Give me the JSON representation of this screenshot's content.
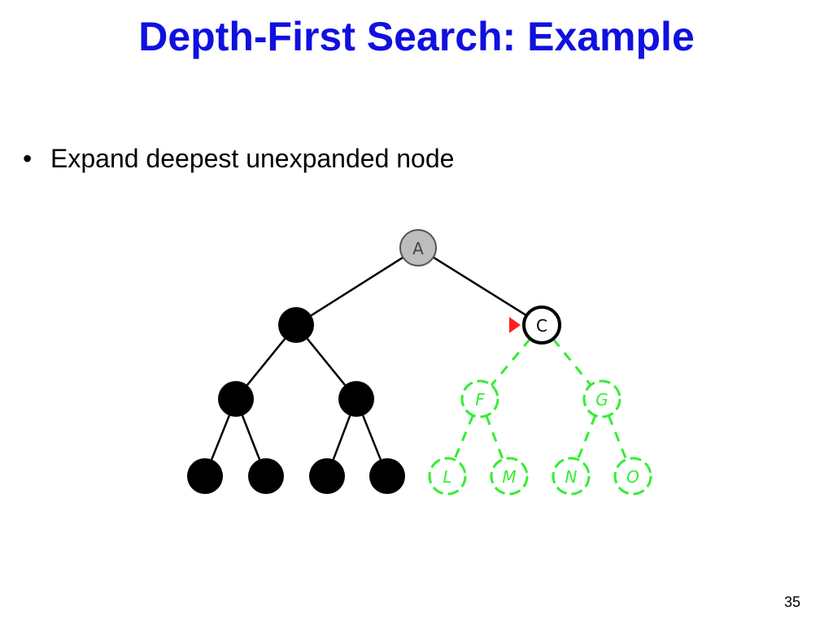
{
  "slide": {
    "title": "Depth-First Search: Example",
    "bullets": [
      {
        "glyph": "•",
        "text": "Expand deepest unexpanded node"
      }
    ],
    "page_number": "35"
  },
  "colors": {
    "title": "#1010e0",
    "expanded_node": "#000000",
    "current_node_fill": "#bdbdbd",
    "frontier_node_stroke": "#000000",
    "unvisited": "#33ee33",
    "marker": "#ff2020"
  },
  "tree": {
    "nodes": [
      {
        "id": "A",
        "label": "A",
        "state": "current"
      },
      {
        "id": "B",
        "label": "",
        "state": "expanded"
      },
      {
        "id": "C",
        "label": "C",
        "state": "frontier",
        "marked": true
      },
      {
        "id": "D",
        "label": "",
        "state": "expanded"
      },
      {
        "id": "E",
        "label": "",
        "state": "expanded"
      },
      {
        "id": "F",
        "label": "F",
        "state": "unvisited"
      },
      {
        "id": "G",
        "label": "G",
        "state": "unvisited"
      },
      {
        "id": "H",
        "label": "",
        "state": "expanded"
      },
      {
        "id": "I",
        "label": "",
        "state": "expanded"
      },
      {
        "id": "J",
        "label": "",
        "state": "expanded"
      },
      {
        "id": "K",
        "label": "",
        "state": "expanded"
      },
      {
        "id": "L",
        "label": "L",
        "state": "unvisited"
      },
      {
        "id": "M",
        "label": "M",
        "state": "unvisited"
      },
      {
        "id": "N",
        "label": "N",
        "state": "unvisited"
      },
      {
        "id": "O",
        "label": "O",
        "state": "unvisited"
      }
    ],
    "edges": [
      {
        "from": "A",
        "to": "B",
        "style": "solid"
      },
      {
        "from": "A",
        "to": "C",
        "style": "solid"
      },
      {
        "from": "B",
        "to": "D",
        "style": "solid"
      },
      {
        "from": "B",
        "to": "E",
        "style": "solid"
      },
      {
        "from": "C",
        "to": "F",
        "style": "dashed"
      },
      {
        "from": "C",
        "to": "G",
        "style": "dashed"
      },
      {
        "from": "D",
        "to": "H",
        "style": "solid"
      },
      {
        "from": "D",
        "to": "I",
        "style": "solid"
      },
      {
        "from": "E",
        "to": "J",
        "style": "solid"
      },
      {
        "from": "E",
        "to": "K",
        "style": "solid"
      },
      {
        "from": "F",
        "to": "L",
        "style": "dashed"
      },
      {
        "from": "F",
        "to": "M",
        "style": "dashed"
      },
      {
        "from": "G",
        "to": "N",
        "style": "dashed"
      },
      {
        "from": "G",
        "to": "O",
        "style": "dashed"
      }
    ]
  }
}
